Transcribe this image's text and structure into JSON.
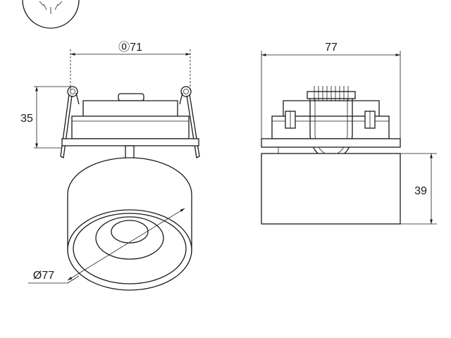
{
  "dimensions": {
    "cutout_diameter": "⓪71",
    "total_height": "35",
    "housing_diameter": "Ø77",
    "side_width": "77",
    "housing_height": "39"
  },
  "colors": {
    "line": "#1a1a1a",
    "background": "#ffffff"
  },
  "icons": {
    "corner_badge": "sun-icon"
  }
}
